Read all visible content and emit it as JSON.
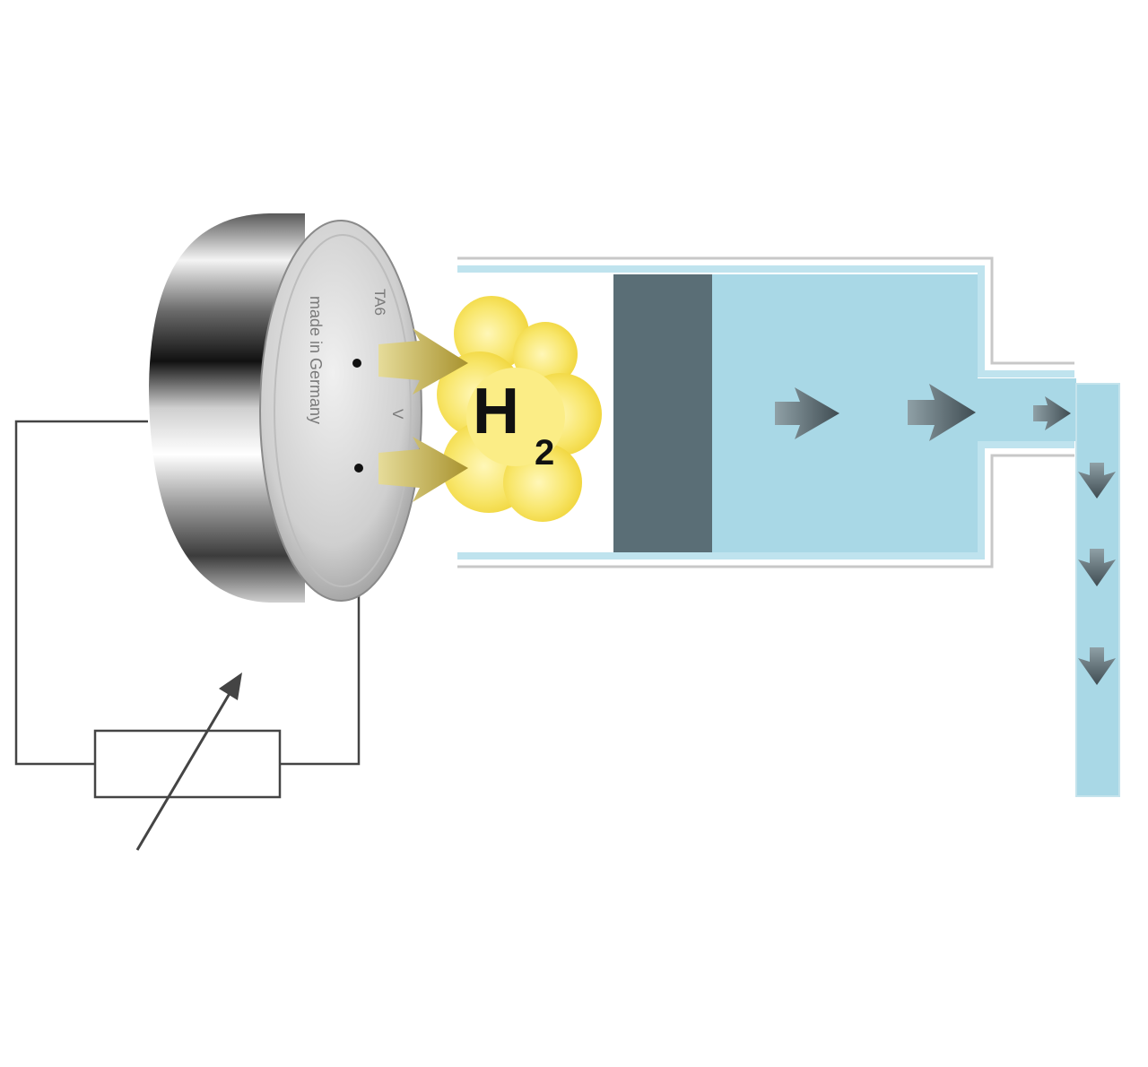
{
  "gas": {
    "symbol": "H",
    "subscript": "2"
  },
  "cell_imprint": {
    "line1": "made in Germany",
    "line2": "TA6",
    "line3": "V"
  },
  "colors": {
    "wire": "#444444",
    "fluid": "#a9d8e6",
    "fluid_dark": "#8fc7d8",
    "tube_outline": "#c8c8c8",
    "piston": "#5a6e76",
    "arrow": "#4f5f66",
    "gas_cloud": "#f6e14a",
    "gas_cloud_light": "#fff5a8",
    "gas_arrow": "#c9b24a",
    "cell_metal": "#b8b8b8"
  },
  "icons": {
    "cell": "button-cell-icon",
    "resistor": "variable-resistor-icon",
    "flow_arrow": "right-arrow-icon",
    "drip_arrow": "down-arrow-icon"
  }
}
